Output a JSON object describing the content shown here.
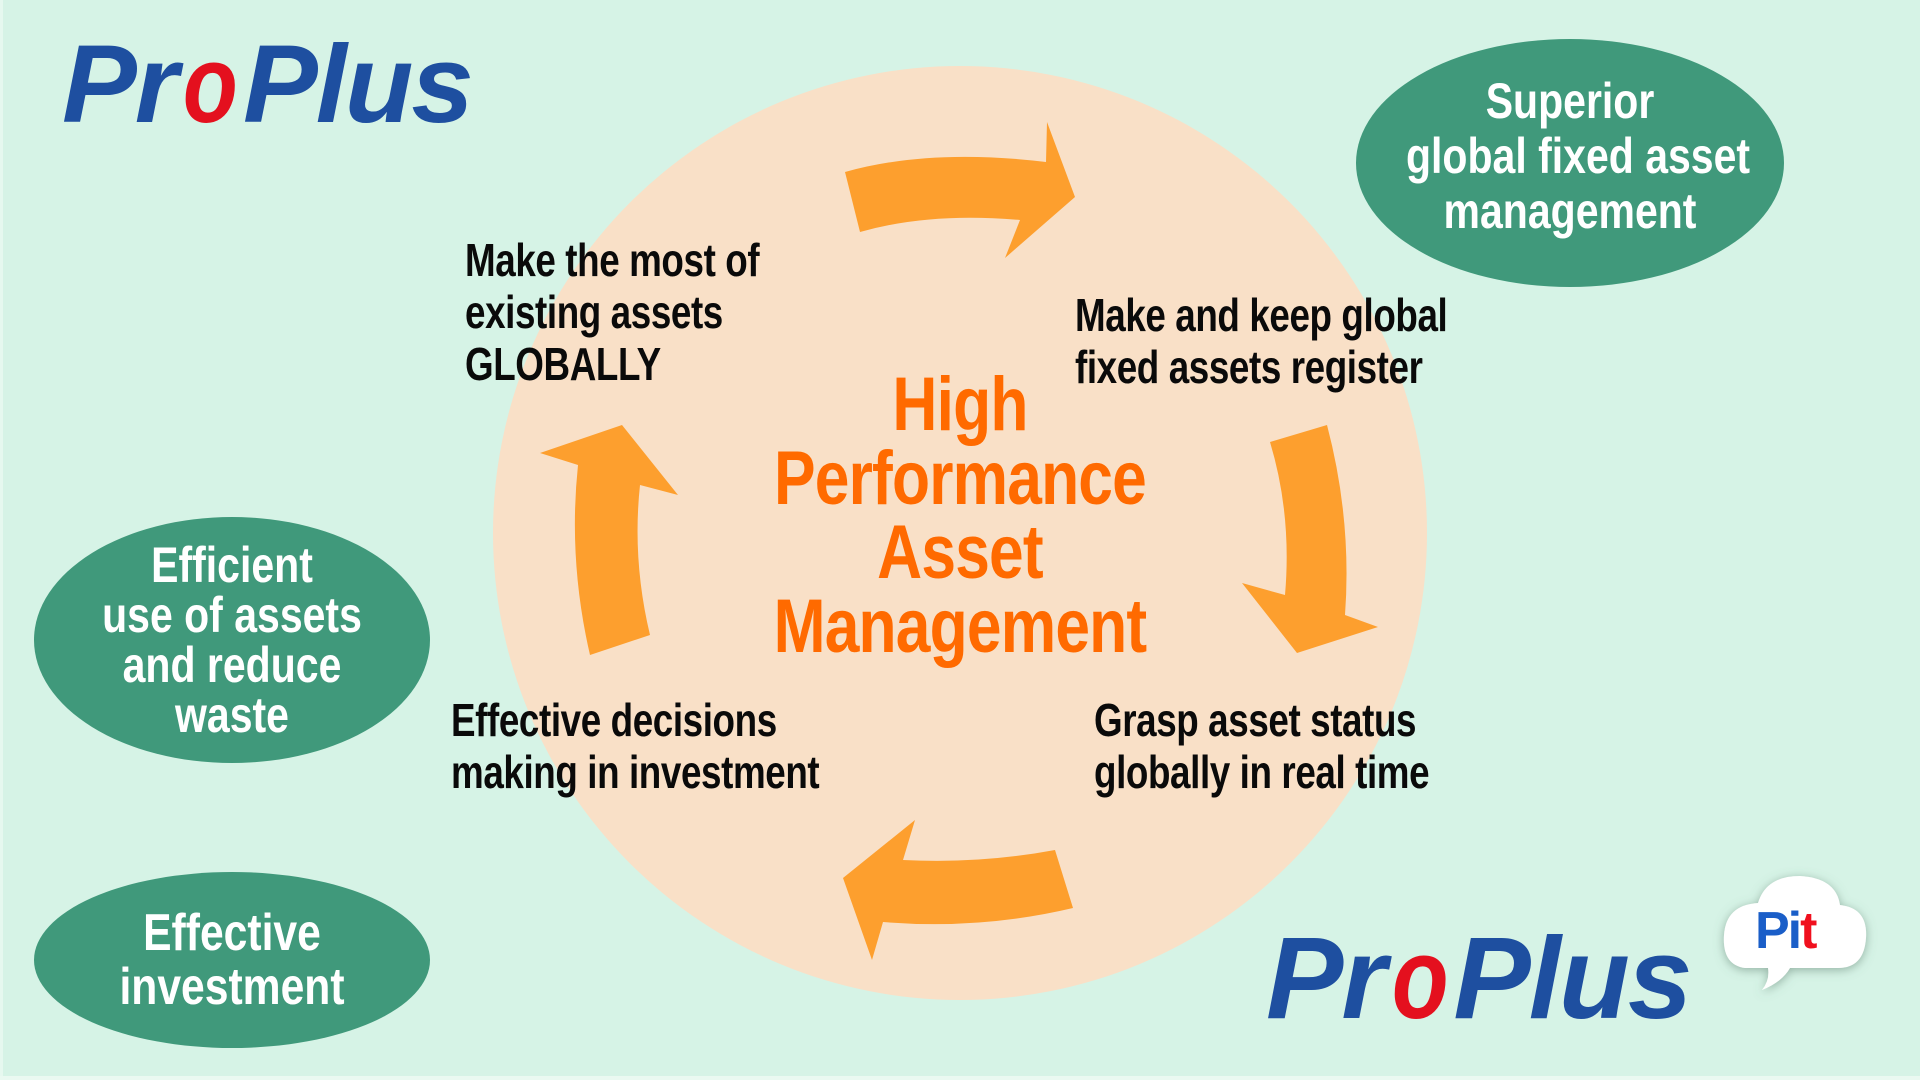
{
  "colors": {
    "background": "#D6F3E6",
    "cycle_circle": "#F9E0C7",
    "arrow": "#FD9F2E",
    "title": "#FF6A00",
    "benefit_ellipse": "#40997B",
    "logo_blue": "#1E4FA0",
    "logo_red": "#E4101E",
    "body_text": "#0A0A0A"
  },
  "logos": {
    "top_left": {
      "pre": "Pr",
      "o": "o",
      "post": "Plus"
    },
    "bottom_right": {
      "pre": "Pr",
      "o": "o",
      "post": "Plus",
      "badge_p": "Pi",
      "badge_t": "t"
    }
  },
  "title": {
    "lines": [
      "High",
      "Performance",
      "Asset",
      "Management"
    ]
  },
  "cycle": {
    "steps": [
      {
        "id": "make-most",
        "lines": [
          "Make the most of",
          "existing assets",
          "GLOBALLY"
        ]
      },
      {
        "id": "register",
        "lines": [
          "Make and keep global",
          "fixed assets register"
        ]
      },
      {
        "id": "grasp-status",
        "lines": [
          "Grasp asset status",
          "globally in real time"
        ]
      },
      {
        "id": "decisions",
        "lines": [
          "Effective decisions",
          "making in investment"
        ]
      }
    ],
    "arrows": [
      {
        "id": "arrow-top",
        "direction": "right"
      },
      {
        "id": "arrow-right",
        "direction": "down"
      },
      {
        "id": "arrow-bottom",
        "direction": "left"
      },
      {
        "id": "arrow-left",
        "direction": "up"
      }
    ]
  },
  "benefits": [
    {
      "id": "superior",
      "lines": [
        "Superior",
        "global fixed asset",
        "management"
      ]
    },
    {
      "id": "efficient",
      "lines": [
        "Efficient",
        "use of assets",
        "and reduce",
        "waste"
      ]
    },
    {
      "id": "effective-investment",
      "lines": [
        "Effective",
        "investment"
      ]
    }
  ]
}
